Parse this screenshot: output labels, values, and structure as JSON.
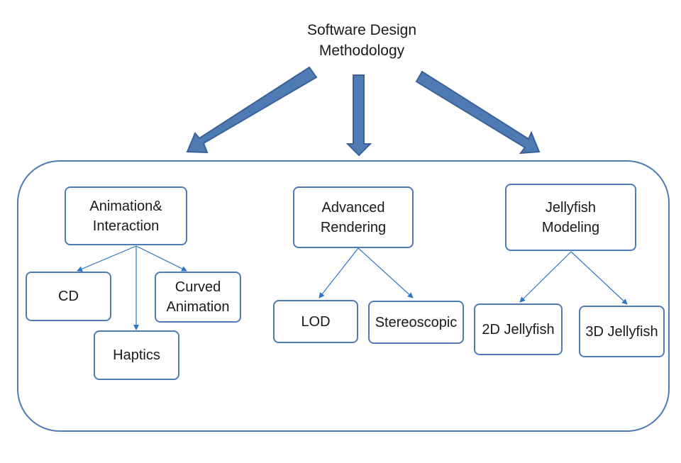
{
  "title": {
    "line1": "Software Design",
    "line2": "Methodology"
  },
  "groups": [
    {
      "label": "Animation&\nInteraction",
      "children": [
        "CD",
        "Haptics",
        "Curved\nAnimation"
      ]
    },
    {
      "label": "Advanced\nRendering",
      "children": [
        "LOD",
        "Stereoscopic"
      ]
    },
    {
      "label": "Jellyfish\nModeling",
      "children": [
        "2D Jellyfish",
        "3D Jellyfish"
      ]
    }
  ],
  "colors": {
    "border": "#4f7bb4",
    "big_arrow_fill": "#4f7bb4",
    "big_arrow_stroke": "#3a6298",
    "thin_arrow": "#2e75c6"
  }
}
